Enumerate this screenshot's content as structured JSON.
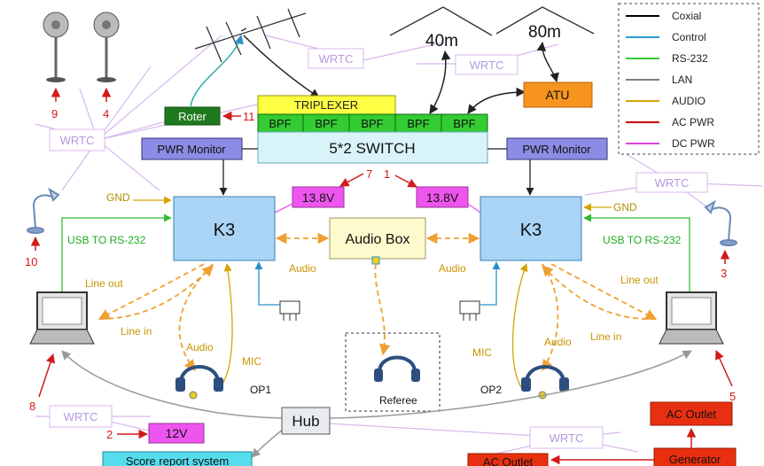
{
  "legend": {
    "items": [
      {
        "label": "Coxial",
        "color": "#000000"
      },
      {
        "label": "Control",
        "color": "#2a9fd6"
      },
      {
        "label": "RS-232",
        "color": "#33cc33"
      },
      {
        "label": "LAN",
        "color": "#333333"
      },
      {
        "label": "AUDIO",
        "color": "#d9a400"
      },
      {
        "label": "AC PWR",
        "color": "#cc0000"
      },
      {
        "label": "DC PWR",
        "color": "#e040e0"
      }
    ]
  },
  "antennas": {
    "band_40": "40m",
    "band_80": "80m"
  },
  "fans": {
    "left_label": "9",
    "right_label": "4"
  },
  "boxes": {
    "roter": "Roter",
    "roter_number": "11",
    "triplexer": "TRIPLEXER",
    "bpf": [
      "BPF",
      "BPF",
      "BPF",
      "BPF",
      "BPF"
    ],
    "switch": "5*2 SWITCH",
    "atu": "ATU",
    "pwr_monitor_left": "PWR Monitor",
    "pwr_monitor_right": "PWR Monitor",
    "psu_left": "13.8V",
    "psu_right": "13.8V",
    "psu_left_number": "7",
    "psu_right_number": "1",
    "k3_left": "K3",
    "k3_right": "K3",
    "audio_box": "Audio Box",
    "hub": "Hub",
    "psu_12v": "12V",
    "psu_12v_number": "2",
    "score_system": "Score report system",
    "ac_outlet_right": "AC Outlet",
    "ac_outlet_bottom": "AC Outlet",
    "generator": "Generator"
  },
  "wrtc_labels": [
    "WRTC",
    "WRTC",
    "WRTC",
    "WRTC",
    "WRTC",
    "WRTC"
  ],
  "labels": {
    "gnd_left": "GND",
    "gnd_right": "GND",
    "usb_left": "USB TO RS-232",
    "usb_right": "USB TO RS-232",
    "audio_left": "Audio",
    "audio_right": "Audio",
    "line_out_left": "Line out",
    "line_in_left": "Line in",
    "line_out_right": "Line out",
    "line_in_right": "Line in",
    "audio_op1": "Audio",
    "mic_op1": "MIC",
    "audio_op2": "Audio",
    "mic_op2": "MIC",
    "op1": "OP1",
    "op2": "OP2",
    "referee": "Referee",
    "lamp_left_number": "10",
    "lamp_right_number": "3",
    "laptop_left_number": "8",
    "laptop_right_number": "5"
  }
}
